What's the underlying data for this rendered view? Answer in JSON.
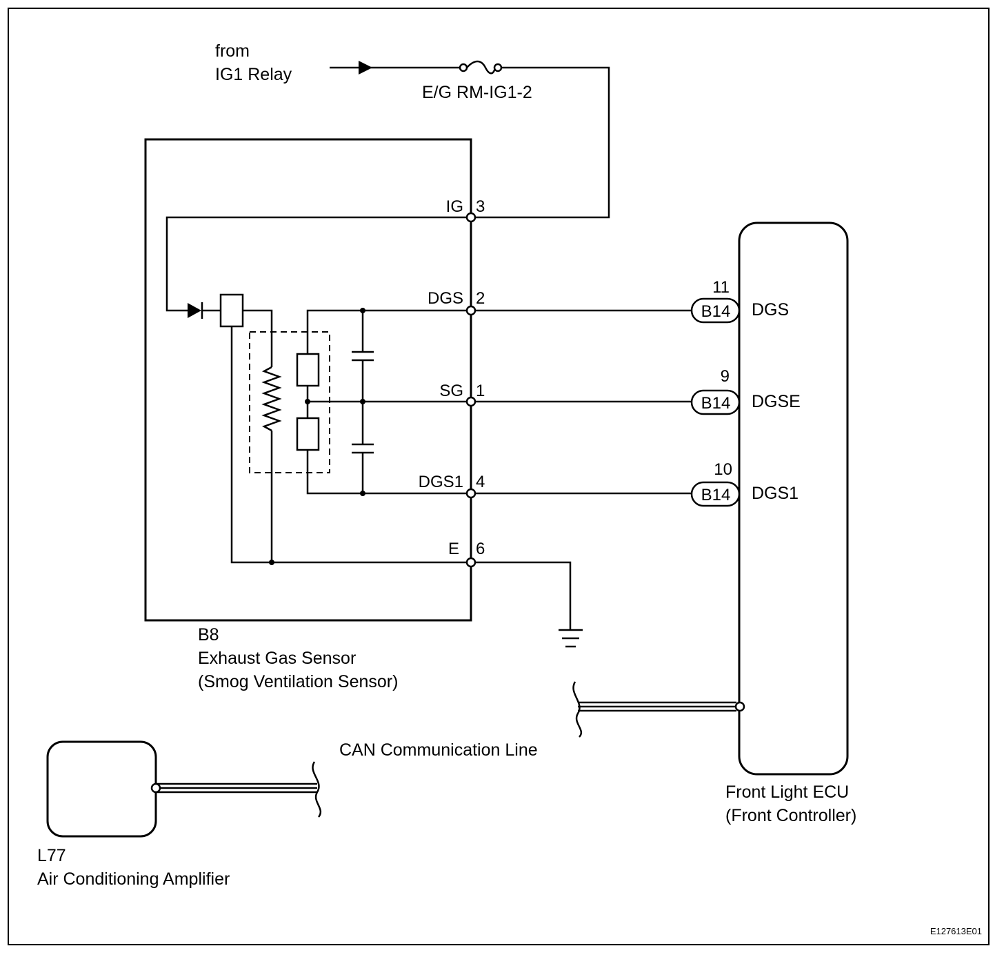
{
  "source": {
    "from_line1": "from",
    "from_line2": "IG1 Relay",
    "fuse": "E/G RM-IG1-2"
  },
  "sensor": {
    "code": "B8",
    "name": "Exhaust Gas Sensor",
    "subtitle": "(Smog Ventilation Sensor)",
    "pins": [
      {
        "name": "IG",
        "number": "3"
      },
      {
        "name": "DGS",
        "number": "2"
      },
      {
        "name": "SG",
        "number": "1"
      },
      {
        "name": "DGS1",
        "number": "4"
      },
      {
        "name": "E",
        "number": "6"
      }
    ]
  },
  "ecu": {
    "name": "Front Light ECU",
    "subtitle": "(Front Controller)",
    "connectors": [
      {
        "connector": "B14",
        "pin": "11",
        "signal": "DGS"
      },
      {
        "connector": "B14",
        "pin": "9",
        "signal": "DGSE"
      },
      {
        "connector": "B14",
        "pin": "10",
        "signal": "DGS1"
      }
    ]
  },
  "amplifier": {
    "code": "L77",
    "name": "Air Conditioning Amplifier"
  },
  "can_label": "CAN Communication Line",
  "figure_id": "E127613E01"
}
